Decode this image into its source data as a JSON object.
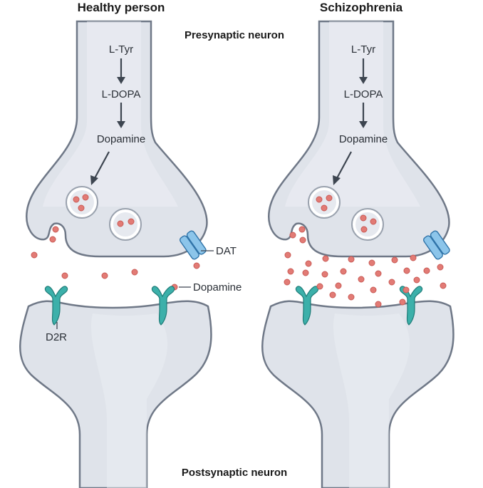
{
  "panels": {
    "healthy": {
      "title": "Healthy person"
    },
    "schizophrenia": {
      "title": "Schizophrenia"
    }
  },
  "regions": {
    "presynaptic": "Presynaptic neuron",
    "postsynaptic": "Postsynaptic neuron"
  },
  "pathway": {
    "step1": "L-Tyr",
    "step2": "L-DOPA",
    "step3": "Dopamine"
  },
  "callouts": {
    "dat": "DAT",
    "dopamine": "Dopamine",
    "d2r": "D2R"
  },
  "colors": {
    "membrane_fill": "#dfe3ea",
    "membrane_stroke": "#6f7887",
    "dopamine_dot": "#e27b75",
    "receptor_d2r": "#3cb0aa",
    "transporter_dat": "#8cc5ea"
  }
}
